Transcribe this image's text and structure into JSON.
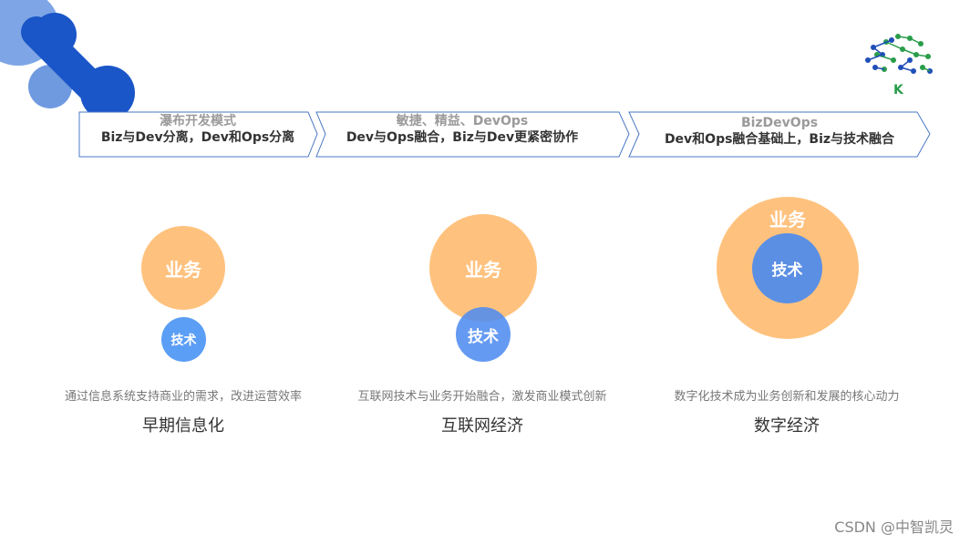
{
  "stages": [
    {
      "title": "瀑布开发模式",
      "subtitle": "Biz与Dev分离，Dev和Ops分离"
    },
    {
      "title": "敏捷、精益、DevOps",
      "subtitle": "Dev与Ops融合，Biz与Dev更紧密协作"
    },
    {
      "title": "BizDevOps",
      "subtitle": "Dev和Ops融合基础上，Biz与技术融合"
    }
  ],
  "columns": [
    {
      "biz_label": "业务",
      "tech_label": "技术",
      "description": "通过信息系统支持商业的需求，改进运营效率",
      "era": "早期信息化"
    },
    {
      "biz_label": "业务",
      "tech_label": "技术",
      "description": "互联网技术与业务开始融合，激发商业模式创新",
      "era": "互联网经济"
    },
    {
      "biz_label": "业务",
      "tech_label": "技术",
      "description": "数字化技术成为业务创新和发展的核心动力",
      "era": "数字经济"
    }
  ],
  "logo": {
    "letter": "K"
  },
  "watermark": "CSDN @中智凯灵",
  "colors": {
    "business": "#ffc27e",
    "technology": "#5b9ef5",
    "arrow_border": "#4a78c4",
    "decor_dark": "#1a56c8",
    "decor_light": "#8fb0e8"
  }
}
